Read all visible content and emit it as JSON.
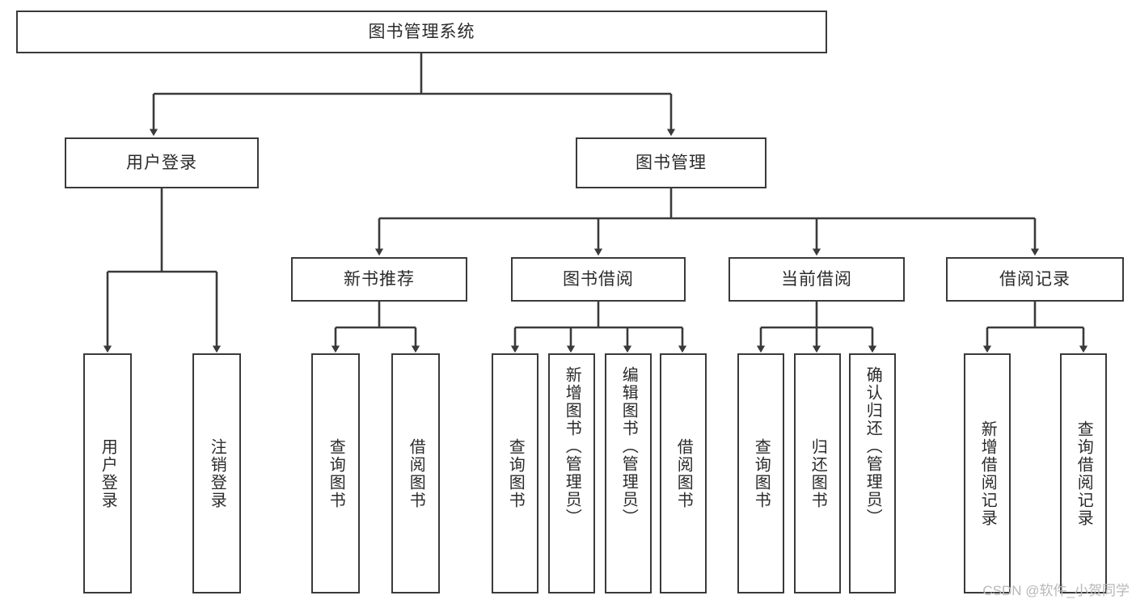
{
  "diagram": {
    "title": "图书管理系统",
    "type": "tree-hierarchy",
    "watermark": "CSDN @软件_小贺同学",
    "colors": {
      "box_border": "#3a3a3a",
      "box_fill": "#ffffff",
      "edge": "#3a3a3a",
      "text": "#2b2b2b",
      "watermark": "#b8b8b8",
      "background": "#ffffff"
    },
    "nodes": {
      "root": {
        "label": "图书管理系统"
      },
      "level1": [
        {
          "id": "user-login",
          "label": "用户登录"
        },
        {
          "id": "book-manage",
          "label": "图书管理"
        }
      ],
      "level2": [
        {
          "id": "new-book-recommend",
          "label": "新书推荐"
        },
        {
          "id": "book-borrow",
          "label": "图书借阅"
        },
        {
          "id": "current-borrow",
          "label": "当前借阅"
        },
        {
          "id": "borrow-record",
          "label": "借阅记录"
        }
      ],
      "leaves": {
        "user_login": [
          {
            "id": "leaf-user-login",
            "label": "用户登录"
          },
          {
            "id": "leaf-logout-login",
            "label": "注销登录"
          }
        ],
        "new_book_recommend": [
          {
            "id": "leaf-query-book-1",
            "label": "查询图书"
          },
          {
            "id": "leaf-borrow-book-1",
            "label": "借阅图书"
          }
        ],
        "book_borrow": [
          {
            "id": "leaf-query-book-2",
            "label": "查询图书"
          },
          {
            "id": "leaf-add-book",
            "label": "新增图书（管理员）"
          },
          {
            "id": "leaf-edit-book",
            "label": "编辑图书（管理员）"
          },
          {
            "id": "leaf-borrow-book-2",
            "label": "借阅图书"
          }
        ],
        "current_borrow": [
          {
            "id": "leaf-query-book-3",
            "label": "查询图书"
          },
          {
            "id": "leaf-return-book",
            "label": "归还图书"
          },
          {
            "id": "leaf-confirm-return",
            "label": "确认归还（管理员）"
          }
        ],
        "borrow_record": [
          {
            "id": "leaf-add-borrow-record",
            "label": "新增借阅记录"
          },
          {
            "id": "leaf-query-borrow-record",
            "label": "查询借阅记录"
          }
        ]
      }
    }
  }
}
